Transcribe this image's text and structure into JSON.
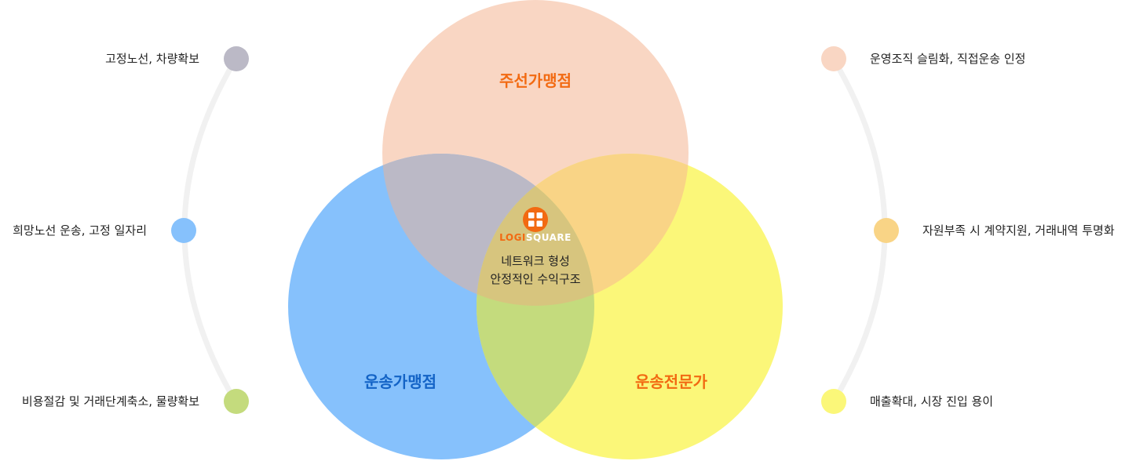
{
  "colors": {
    "top_circle": "#f9d6c3",
    "left_circle": "#86c1fc",
    "right_circle": "#fbf779",
    "top_left_overlap": "#bbb9c6",
    "top_right_overlap": "#f9d486",
    "left_right_overlap": "#c4db7d",
    "center_overlap": "#d7c57e",
    "arc": "#f1f1f1",
    "orange_text": "#f26a12",
    "blue_text": "#1363c6",
    "logo_orange": "#f26a12"
  },
  "circles": {
    "top": {
      "label": "주선가맹점"
    },
    "left": {
      "label": "운송가맹점"
    },
    "right": {
      "label": "운송전문가"
    }
  },
  "center": {
    "logo": {
      "part1": "LOGI",
      "part2": "SQUARE"
    },
    "line1": "네트워크 형성",
    "line2": "안정적인 수익구조"
  },
  "left_points": [
    {
      "text": "고정노선, 차량확보",
      "color": "#bbb9c6"
    },
    {
      "text": "희망노선 운송, 고정 일자리",
      "color": "#86c1fc"
    },
    {
      "text": "비용절감 및 거래단계축소, 물량확보",
      "color": "#c4db7d"
    }
  ],
  "right_points": [
    {
      "text": "운영조직 슬림화, 직접운송 인정",
      "color": "#f9d6c3"
    },
    {
      "text": "자원부족 시 계약지원, 거래내역 투명화",
      "color": "#f9d486"
    },
    {
      "text": "매출확대, 시장 진입 용이",
      "color": "#fbf779"
    }
  ]
}
